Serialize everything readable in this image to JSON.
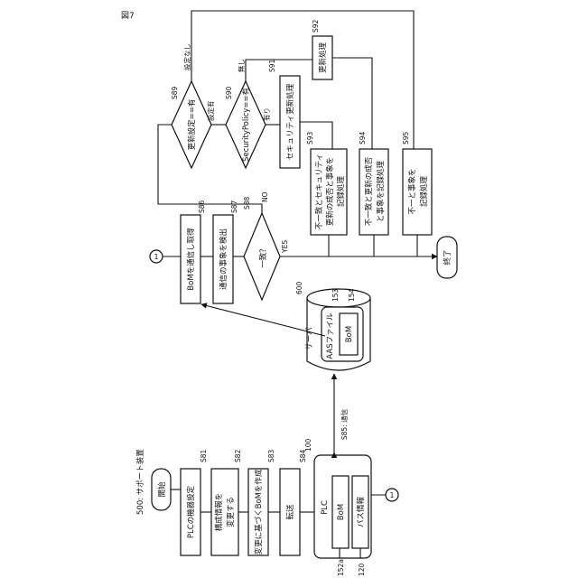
{
  "figure_label": "図7",
  "device_label": "500: サポート装置",
  "steps": {
    "start": "開始",
    "s81": "PLCの機器設定",
    "s82_line1": "構成情報を",
    "s82_line2": "変更する",
    "s83": "変更に基づくBoMを作成",
    "s84": "転送",
    "s86": "BoMを通信し取得",
    "s87": "通信の事象を検出",
    "s88": "一致？",
    "s89": "更新設定==有",
    "s90": "SecurityPolicy==有",
    "s91": "セキュリティ更新処理",
    "s92": "更新処理",
    "s93_line1": "不一致とセキュリティ",
    "s93_line2": "更新の成否と事象を",
    "s93_line3": "記録処理",
    "s94_line1": "不一致と更新の成否",
    "s94_line2": "と事象を記録処理",
    "s95_line1": "不一と事象を",
    "s95_line2": "記録処理",
    "end": "終了"
  },
  "step_ids": {
    "s81": "S81",
    "s82": "S82",
    "s83": "S83",
    "s84": "S84",
    "s85": "S85: 通信",
    "s86": "S86",
    "s87": "S87",
    "s88": "S88",
    "s89": "S89",
    "s90": "S90",
    "s91": "S91",
    "s92": "S92",
    "s93": "S93",
    "s94": "S94",
    "s95": "S95"
  },
  "branches": {
    "no": "NO",
    "yes": "YES",
    "setting_yes": "設定有",
    "setting_none": "設定なし",
    "policy_yes": "有り",
    "policy_none": "無し"
  },
  "plc": {
    "title": "PLC",
    "ref": "100",
    "bom": "BoM",
    "bom_ref": "152a",
    "path_info": "パス情報",
    "path_ref": "120"
  },
  "server": {
    "title": "サーバ",
    "ref": "600",
    "aas": "AASファイル",
    "aas_ref": "153",
    "bom": "BoM",
    "bom_ref": "154"
  },
  "connector": "1"
}
